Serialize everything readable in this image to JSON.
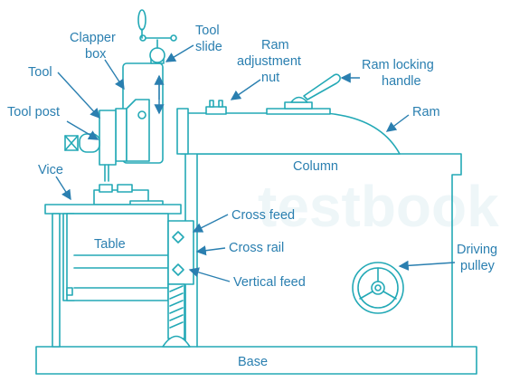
{
  "watermark": "testbook",
  "colors": {
    "drawing": "#23a9b6",
    "labels": "#2a7fb0",
    "watermark": "#eef6f8"
  },
  "labels": {
    "clapper_box_1": "Clapper",
    "clapper_box_2": "box",
    "tool_slide_1": "Tool",
    "tool_slide_2": "slide",
    "ram_adjust_1": "Ram",
    "ram_adjust_2": "adjustment",
    "ram_adjust_3": "nut",
    "ram_lock_1": "Ram locking",
    "ram_lock_2": "handle",
    "tool": "Tool",
    "tool_post": "Tool post",
    "ram": "Ram",
    "column": "Column",
    "vice": "Vice",
    "cross_feed": "Cross feed",
    "table": "Table",
    "cross_rail": "Cross rail",
    "vertical_feed": "Vertical feed",
    "driving_pulley_1": "Driving",
    "driving_pulley_2": "pulley",
    "base": "Base"
  }
}
